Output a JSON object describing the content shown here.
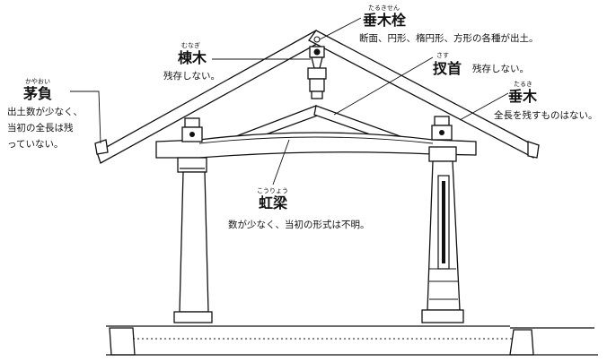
{
  "labels": {
    "taruki_sen": {
      "ruby": "たるきせん",
      "term": "垂木栓",
      "note": "断面、円形、楕円形、方形の各種が出土。"
    },
    "munagi": {
      "ruby": "むなぎ",
      "term": "棟木",
      "note": "残存しない。"
    },
    "sasu": {
      "ruby": "さす",
      "term": "扠首",
      "note": "残存しない。"
    },
    "kayaoi": {
      "ruby": "かやおい",
      "term": "茅負",
      "note_lines": [
        "出土数が少なく、",
        "当初の全長は残",
        "っていない。"
      ]
    },
    "taruki": {
      "ruby": "たるき",
      "term": "垂木",
      "note": "全長を残すものはない。"
    },
    "koryo": {
      "ruby": "こうりょう",
      "term": "虹梁",
      "note": "数が少なく、当初の形式は不明。"
    }
  }
}
